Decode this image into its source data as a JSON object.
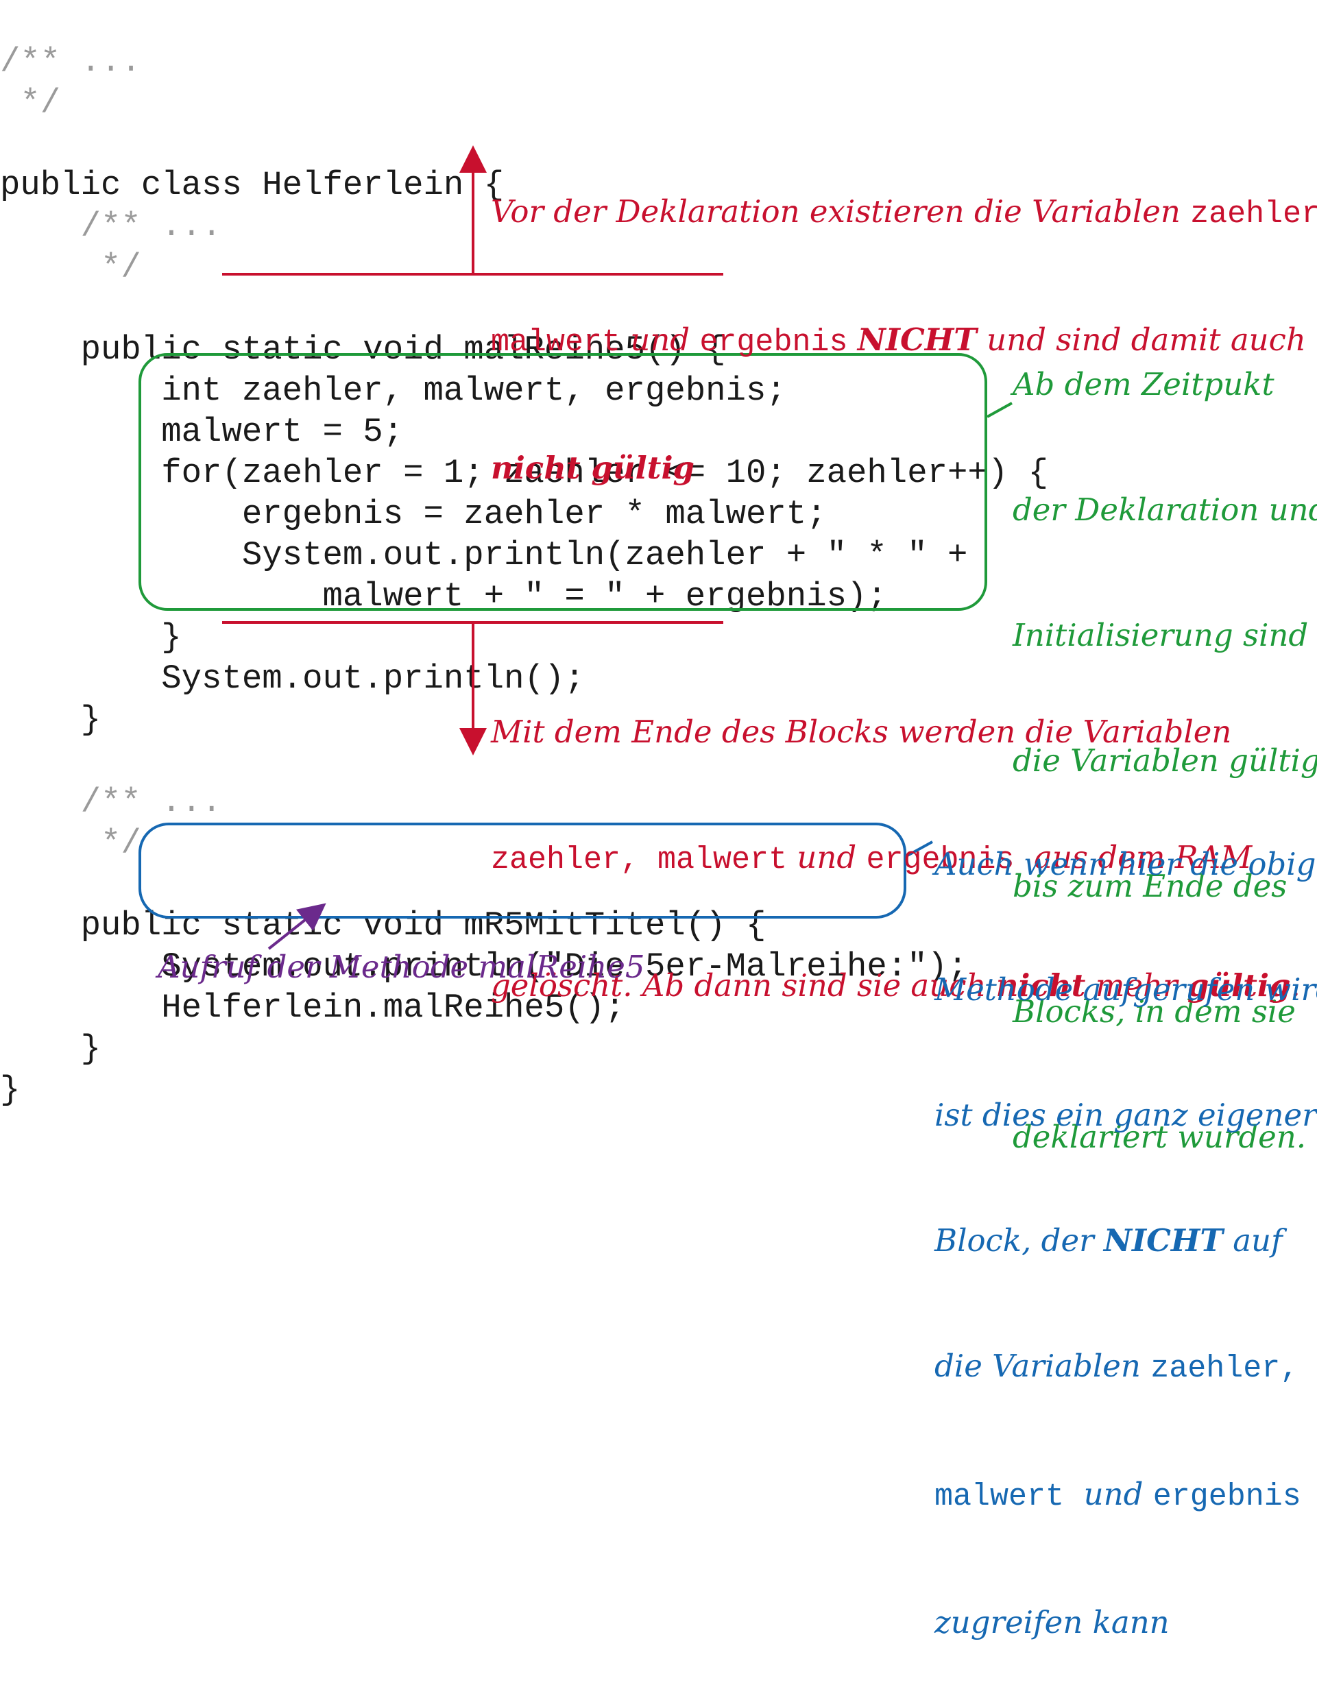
{
  "code": {
    "lines": [
      "/** ...",
      " */",
      "",
      "public class Helferlein {",
      "    /** ...",
      "     */",
      "",
      "    public static void malReihe5() {",
      "        int zaehler, malwert, ergebnis;",
      "        malwert = 5;",
      "        for(zaehler = 1; zaehler <= 10; zaehler++) {",
      "            ergebnis = zaehler * malwert;",
      "            System.out.println(zaehler + \" * \" +",
      "                malwert + \" = \" + ergebnis);",
      "        }",
      "        System.out.println();",
      "    }",
      "",
      "    /** ...",
      "     */",
      "",
      "    public static void mR5MitTitel() {",
      "        System.out.println(\"Die 5er-Malreihe:\");",
      "        Helferlein.malReihe5();",
      "    }",
      "}"
    ]
  },
  "annotations": {
    "before_declaration": {
      "line1_text": "Vor der Deklaration existieren die Variablen ",
      "line1_code": "zaehler,",
      "line2_code1": "malwert",
      "line2_text1": " und ",
      "line2_code2": "ergebnis",
      "line2_bold": "NICHT",
      "line2_text2": " und sind damit auch",
      "line3_bold": "nicht gültig"
    },
    "validity": {
      "lines": [
        "Ab dem Zeitpukt",
        "der Deklaration und",
        "Initialisierung sind",
        "die Variablen gültig",
        "bis zum Ende des",
        "Blocks, in dem sie",
        "deklariert wurden."
      ]
    },
    "end_of_block": {
      "line1_text": "Mit dem Ende des Blocks werden die Variablen",
      "line2_code1": "zaehler, malwert",
      "line2_text1": " und ",
      "line2_code2": "ergebnis",
      "line2_text2": "  aus dem RAM",
      "line3_text1": "gelöscht. Ab dann sind sie auch ",
      "line3_bold1": "nicht",
      "line3_text2": " mehr ",
      "line3_bold2": "gültig",
      "line3_text3": "."
    },
    "own_block": {
      "line1": "Auch wenn hier die obige",
      "line2": "Methode aufgerufen wird,",
      "line3": "ist dies ein ganz eigener",
      "line4_text1": "Block, der ",
      "line4_bold": "NICHT",
      "line4_text2": " auf",
      "line5_text": "die Variablen ",
      "line5_code": "zaehler,",
      "line6_code1": "malwert",
      "line6_text": "  und ",
      "line6_code2": "ergebnis",
      "line7": "zugreifen kann"
    },
    "method_call": {
      "text": "Aufruf der Methode malReihe5"
    }
  },
  "colors": {
    "red": "#c8102e",
    "green": "#1f9a3a",
    "blue": "#1668b2",
    "purple": "#6b2a8c",
    "comment": "#9a9a9a"
  }
}
